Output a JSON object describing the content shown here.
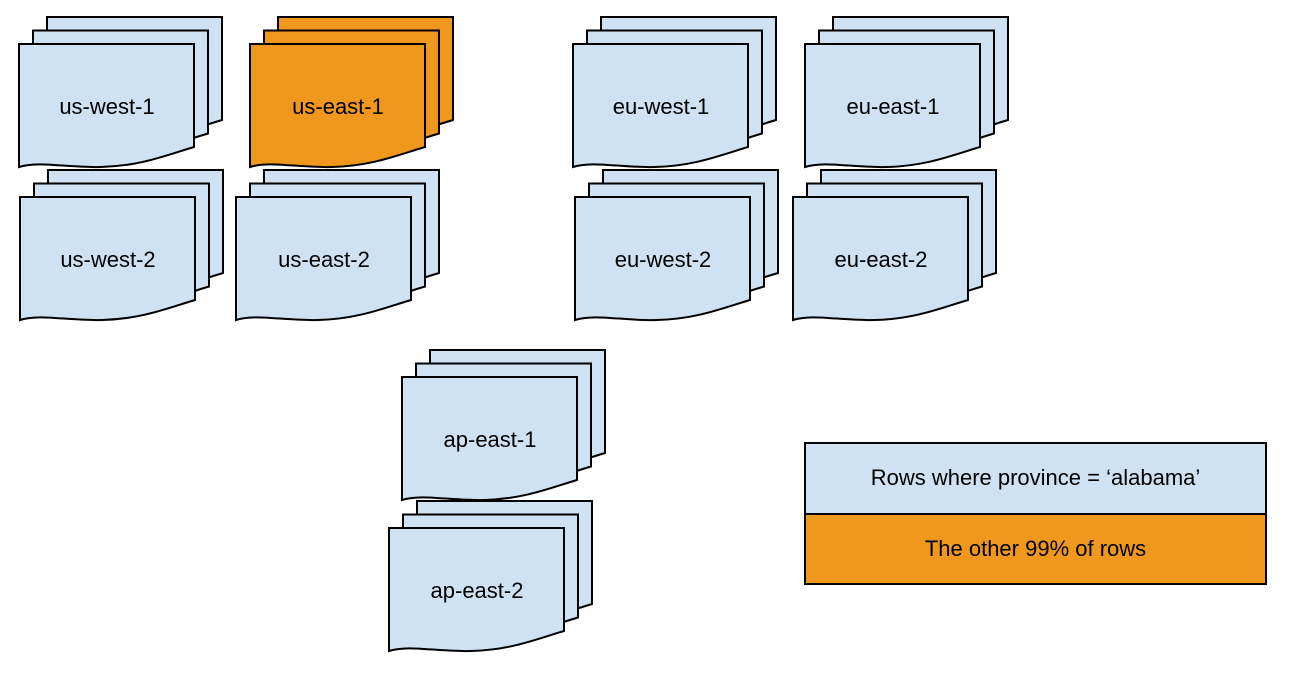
{
  "colors": {
    "background": "#FFFFFF",
    "doc_blue": "#CFE2F3",
    "doc_orange": "#F0981E",
    "stroke": "#000000",
    "text": "#000000"
  },
  "stacks": [
    {
      "label": "us-west-1",
      "variant": "blue"
    },
    {
      "label": "us-east-1",
      "variant": "orange"
    },
    {
      "label": "eu-west-1",
      "variant": "blue"
    },
    {
      "label": "eu-east-1",
      "variant": "blue"
    },
    {
      "label": "us-west-2",
      "variant": "blue"
    },
    {
      "label": "us-east-2",
      "variant": "blue"
    },
    {
      "label": "eu-west-2",
      "variant": "blue"
    },
    {
      "label": "eu-east-2",
      "variant": "blue"
    },
    {
      "label": "ap-east-1",
      "variant": "blue"
    },
    {
      "label": "ap-east-2",
      "variant": "blue"
    }
  ],
  "legend": {
    "items": [
      {
        "label": "Rows where province = ‘alabama’",
        "variant": "blue"
      },
      {
        "label": "The other 99% of rows",
        "variant": "orange"
      }
    ]
  }
}
